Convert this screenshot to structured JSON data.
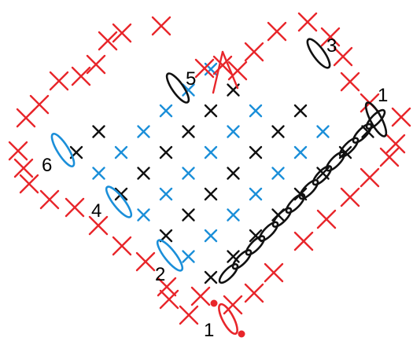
{
  "colors": {
    "outer_stitch": "#e8262b",
    "row_blue": "#1b8fd9",
    "row_black": "#111111",
    "chain": "#111111",
    "marker": "#e8262b"
  },
  "symbols": {
    "single_crochet": "x",
    "chain": "oval"
  },
  "labels": {
    "l1_bottom": "1",
    "l1_right": "1",
    "l2": "2",
    "l3": "3",
    "l4": "4",
    "l5": "5",
    "l6": "6"
  }
}
